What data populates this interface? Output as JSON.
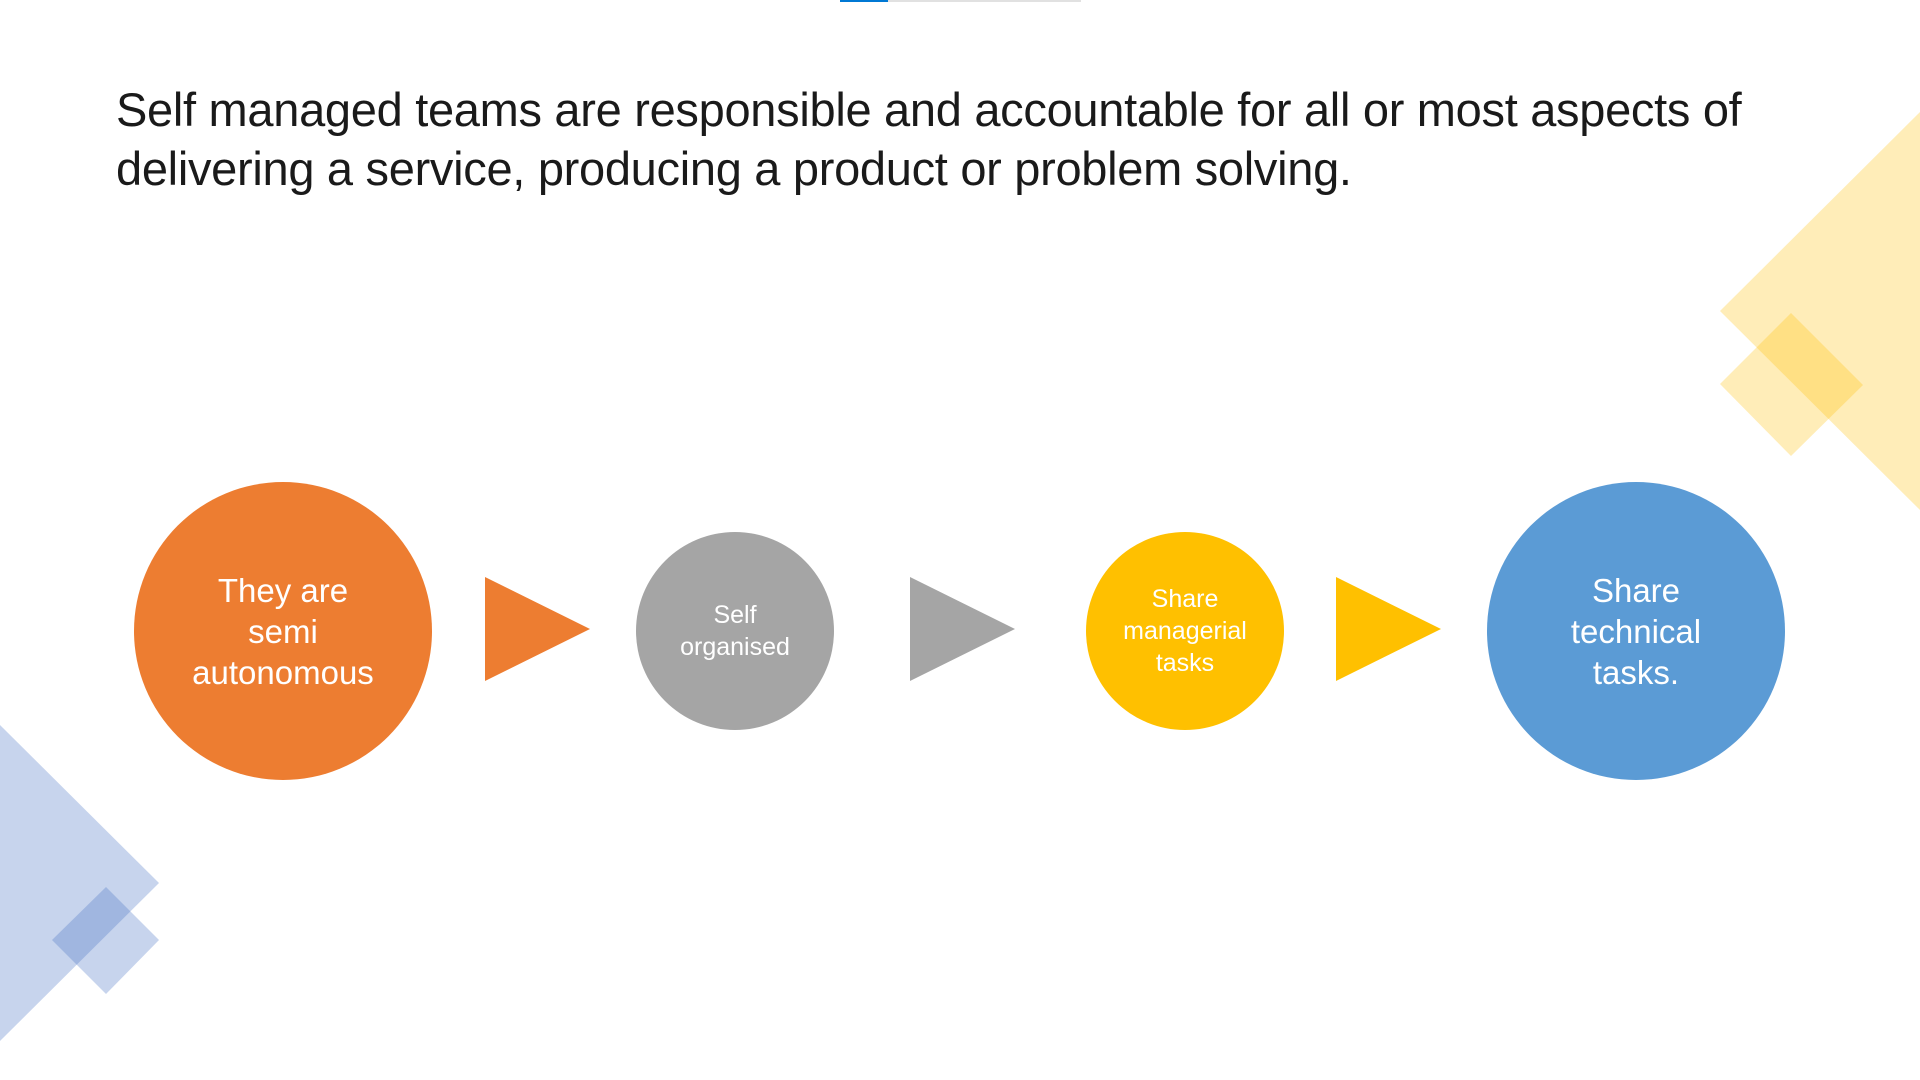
{
  "slideshow": {
    "progress_fraction": 0.2
  },
  "title": "Self managed teams are responsible and accountable for all or most aspects of delivering a service, producing a product or problem solving.",
  "process": [
    {
      "label": "They are semi autonomous",
      "color": "#ed7d31"
    },
    {
      "label": "Self organised",
      "color": "#a5a5a5"
    },
    {
      "label": "Share managerial tasks",
      "color": "#ffc000"
    },
    {
      "label": "Share technical tasks.",
      "color": "#5b9bd5"
    }
  ],
  "colors": {
    "deco_yellow": "#ffc000",
    "deco_blue": "#4472c4"
  }
}
